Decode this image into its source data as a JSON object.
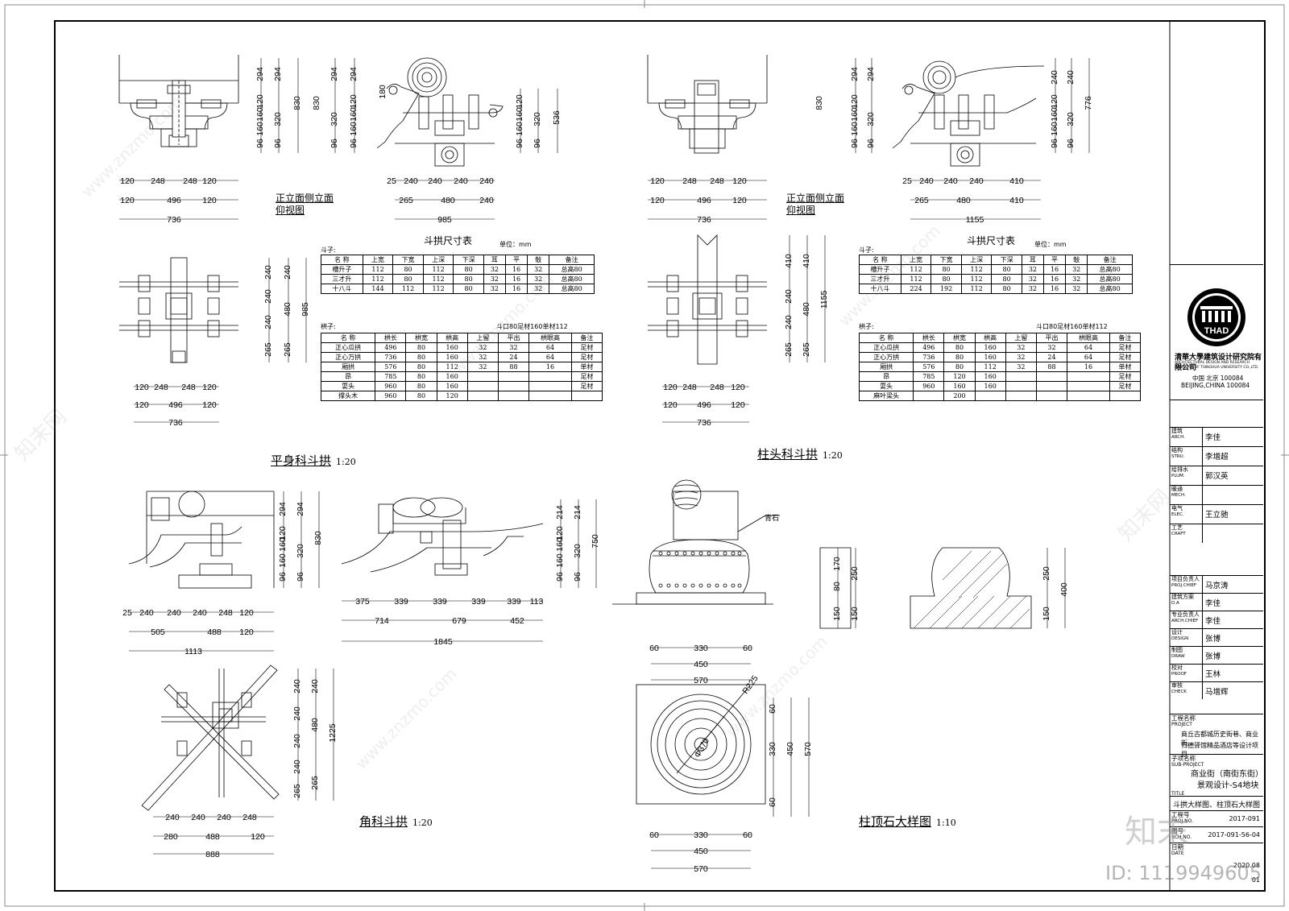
{
  "drawings": {
    "pingshenke": {
      "title": "平身科斗拱",
      "scale": "1:20",
      "view_labels": {
        "front": "正立面",
        "side": "侧立面",
        "bottom": "仰视图"
      },
      "front_dims": {
        "top_row": [
          "120",
          "248",
          "248",
          "120"
        ],
        "mid_row": [
          "120",
          "496",
          "120"
        ],
        "total": "736"
      },
      "front_vdims": {
        "inner": [
          "294",
          "120",
          "160",
          "160",
          "96"
        ],
        "outer": [
          "294",
          "320",
          "96"
        ],
        "total": "830"
      },
      "side_vdims": {
        "inner": [
          "294",
          "120",
          "160",
          "160",
          "96"
        ],
        "outer": [
          "294",
          "320",
          "96"
        ],
        "total": "830",
        "small": "180"
      },
      "side_dims": {
        "top_row": [
          "25",
          "240",
          "240",
          "240",
          "240"
        ],
        "mid_row": [
          "265",
          "480",
          "240"
        ],
        "total": "985"
      },
      "side_right_vdims": {
        "inner": [
          "120",
          "160",
          "160",
          "96"
        ],
        "outer": [
          "320",
          "96"
        ],
        "total": "536"
      },
      "plan_vdims": {
        "inner": [
          "240",
          "240",
          "240",
          "265"
        ],
        "outer": [
          "240",
          "480",
          "265"
        ],
        "total": "985"
      },
      "plan_dims": {
        "top_row": [
          "120",
          "248",
          "248",
          "120"
        ],
        "mid_row": [
          "120",
          "496",
          "120"
        ],
        "total": "736"
      }
    },
    "zhutouke": {
      "title": "柱头科斗拱",
      "scale": "1:20",
      "view_labels": {
        "front": "正立面",
        "side": "侧立面",
        "bottom": "仰视图"
      },
      "front_dims": {
        "top_row": [
          "120",
          "248",
          "248",
          "120"
        ],
        "mid_row": [
          "120",
          "496",
          "120"
        ],
        "total": "736"
      },
      "front_vdims": {
        "inner": [
          "294",
          "120",
          "160",
          "160",
          "96"
        ],
        "outer": [
          "294",
          "320",
          "96"
        ],
        "total": "830"
      },
      "side_vdims": {
        "inner": [
          "240",
          "120",
          "160",
          "160",
          "96"
        ],
        "outer": [
          "240",
          "320",
          "96"
        ],
        "total": "776"
      },
      "side_dims": {
        "top_row": [
          "25",
          "240",
          "240",
          "240",
          "410"
        ],
        "mid_row": [
          "265",
          "480",
          "410"
        ],
        "total": "1155"
      },
      "plan_vdims": {
        "inner": [
          "410",
          "240",
          "240",
          "265"
        ],
        "outer": [
          "410",
          "480",
          "265"
        ],
        "total": "1155"
      },
      "plan_dims": {
        "top_row": [
          "120",
          "248",
          "248",
          "120"
        ],
        "mid_row": [
          "120",
          "496",
          "120"
        ],
        "total": "736"
      }
    },
    "jiaoke": {
      "title": "角科斗拱",
      "scale": "1:20",
      "elev1_vdims": {
        "inner": [
          "294",
          "120",
          "160",
          "160",
          "96"
        ],
        "outer": [
          "294",
          "320",
          "96"
        ],
        "total": "830"
      },
      "elev1_dims": {
        "top_row": [
          "25",
          "240",
          "240",
          "240",
          "248",
          "120"
        ],
        "mid_row": [
          "505",
          "488",
          "120"
        ],
        "total": "1113"
      },
      "elev2_vdims": {
        "inner": [
          "214",
          "120",
          "160",
          "160",
          "96"
        ],
        "outer": [
          "214",
          "320",
          "96"
        ],
        "total": "750"
      },
      "elev2_dims": {
        "top_row": [
          "375",
          "339",
          "339",
          "339",
          "339",
          "113"
        ],
        "mid_row": [
          "714",
          "679",
          "452"
        ],
        "total": "1845"
      },
      "plan_vdims": {
        "inner": [
          "240",
          "240",
          "240",
          "240",
          "265"
        ],
        "outer": [
          "240",
          "480",
          "265"
        ],
        "total": "1225"
      },
      "plan_dims": {
        "top_row": [
          "240",
          "240",
          "240",
          "248"
        ],
        "mid_row": [
          "280",
          "488",
          "120"
        ],
        "total": "888"
      }
    },
    "zhudingshi": {
      "title": "柱顶石大样图",
      "scale": "1:10",
      "material_label": "青石",
      "elev_dims": {
        "row1": [
          "60",
          "330",
          "60"
        ],
        "row2": [
          "450"
        ],
        "row3": [
          "570"
        ]
      },
      "section_vdims": {
        "a": [
          "170",
          "80",
          "150"
        ],
        "b": [
          "250",
          "150"
        ],
        "total": "400"
      },
      "plan_labels": {
        "radius": "R225",
        "diameter": "Φ370"
      },
      "plan_vdims": {
        "a": [
          "60",
          "330",
          "60"
        ],
        "b": [
          "450"
        ],
        "total": "570"
      },
      "plan_dims": {
        "row1": [
          "60",
          "330",
          "60"
        ],
        "row2": [
          "450"
        ],
        "row3": [
          "570"
        ]
      }
    }
  },
  "table_dou_left": {
    "title": "斗拱尺寸表",
    "unit": "单位：mm",
    "caption": "斗子:",
    "headers": [
      "名 称",
      "上宽",
      "下宽",
      "上深",
      "下深",
      "耳",
      "平",
      "敧",
      "备注"
    ],
    "rows": [
      [
        "槽升子",
        "112",
        "80",
        "112",
        "80",
        "32",
        "16",
        "32",
        "总高80"
      ],
      [
        "三才升",
        "112",
        "80",
        "112",
        "80",
        "32",
        "16",
        "32",
        "总高80"
      ],
      [
        "十八斗",
        "144",
        "112",
        "112",
        "80",
        "32",
        "16",
        "32",
        "总高80"
      ]
    ]
  },
  "table_gong_left": {
    "caption": "栱子:",
    "note": "斗口80足材160单材112",
    "headers": [
      "名 称",
      "栱长",
      "栱宽",
      "栱高",
      "上留",
      "平出",
      "栱眼高",
      "备注"
    ],
    "rows": [
      [
        "正心瓜拱",
        "496",
        "80",
        "160",
        "32",
        "32",
        "64",
        "足材"
      ],
      [
        "正心万拱",
        "736",
        "80",
        "160",
        "32",
        "24",
        "64",
        "足材"
      ],
      [
        "厢拱",
        "576",
        "80",
        "112",
        "32",
        "88",
        "16",
        "单材"
      ],
      [
        "昂",
        "785",
        "80",
        "160",
        "",
        "",
        "",
        "足材"
      ],
      [
        "耍头",
        "960",
        "80",
        "160",
        "",
        "",
        "",
        "足材"
      ],
      [
        "撑头木",
        "960",
        "80",
        "120",
        "",
        "",
        "",
        ""
      ]
    ]
  },
  "table_dou_right": {
    "title": "斗拱尺寸表",
    "unit": "单位：mm",
    "caption": "斗子:",
    "headers": [
      "名 称",
      "上宽",
      "下宽",
      "上深",
      "下深",
      "耳",
      "平",
      "敧",
      "备注"
    ],
    "rows": [
      [
        "槽升子",
        "112",
        "80",
        "112",
        "80",
        "32",
        "16",
        "32",
        "总高80"
      ],
      [
        "三才升",
        "112",
        "80",
        "112",
        "80",
        "32",
        "16",
        "32",
        "总高80"
      ],
      [
        "十八斗",
        "224",
        "192",
        "112",
        "80",
        "32",
        "16",
        "32",
        "总高80"
      ]
    ]
  },
  "table_gong_right": {
    "caption": "栱子:",
    "note": "斗口80足材160单材112",
    "headers": [
      "名 称",
      "栱长",
      "栱宽",
      "栱高",
      "上留",
      "平出",
      "栱眼高",
      "备注"
    ],
    "rows": [
      [
        "正心瓜拱",
        "496",
        "80",
        "160",
        "32",
        "32",
        "64",
        "足材"
      ],
      [
        "正心万拱",
        "736",
        "80",
        "160",
        "32",
        "24",
        "64",
        "足材"
      ],
      [
        "厢拱",
        "576",
        "80",
        "112",
        "32",
        "88",
        "16",
        "单材"
      ],
      [
        "昂",
        "785",
        "120",
        "160",
        "",
        "",
        "",
        "足材"
      ],
      [
        "耍头",
        "960",
        "160",
        "160",
        "",
        "",
        "",
        "足材"
      ],
      [
        "麻叶梁头",
        "",
        "200",
        "",
        "",
        "",
        "",
        ""
      ]
    ]
  },
  "title_block": {
    "logo_text": "THAD",
    "institute_cn": "清華大學建筑设计研究院有限公司",
    "institute_en1": "ARCHITECTURAL DESIGN AND RESEARCH",
    "institute_en2": "INSTITUTE OF TSINGHUA UNIVERSITY CO.,LTD.",
    "address_cn": "中国 北京 100084",
    "address_en": "BEIJING,CHINA 100084",
    "disciplines": [
      {
        "cn": "建筑",
        "en": "ARCH.",
        "name": "李佳"
      },
      {
        "cn": "结构",
        "en": "STRU.",
        "name": "李增超"
      },
      {
        "cn": "给排水",
        "en": "PLUM.",
        "name": "郭汉英"
      },
      {
        "cn": "暖通",
        "en": "MECH.",
        "name": ""
      },
      {
        "cn": "电气",
        "en": "ELEC.",
        "name": "王立驰"
      },
      {
        "cn": "工艺",
        "en": "CRAFT",
        "name": ""
      }
    ],
    "staff": [
      {
        "cn": "项目负责人",
        "en": "PROJ.CHIEF",
        "name": "马京涛"
      },
      {
        "cn": "建筑方案",
        "en": "D.A",
        "name": "李佳"
      },
      {
        "cn": "专业负责人",
        "en": "ARCH.CHIEF",
        "name": "李佳"
      },
      {
        "cn": "设计",
        "en": "DESIGN",
        "name": "张博"
      },
      {
        "cn": "制图",
        "en": "DRAW",
        "name": "张博"
      },
      {
        "cn": "校对",
        "en": "PROOF",
        "name": "王林"
      },
      {
        "cn": "审核",
        "en": "CHECK",
        "name": "马增辉"
      }
    ],
    "project_label": "工程名称",
    "project_label_en": "PROJECT",
    "project_name_1": "商丘古都城历史街巷、商业街、",
    "project_name_2": "归德驿馆精品酒店等设计项目",
    "subproject_label": "子项名称",
    "subproject_label_en": "SUB-PROJECT",
    "subproject_name_1": "商业街（南街东街）",
    "subproject_name_2": "景观设计-S4地块",
    "title_label_en": "TITLE",
    "drawing_title": "斗拱大样图、柱顶石大样图",
    "project_no_label": "工程号",
    "project_no_label_en": "PROJ.NO.",
    "project_no": "2017-091",
    "sch_no_label": "图号",
    "sch_no_label_en": "SCH.NO.",
    "sch_no": "2017-091-56-04",
    "date_label": "日期",
    "date_label_en": "DATE",
    "date": "2020.08",
    "version": "01"
  },
  "watermark": {
    "brand": "知末",
    "site": "www.znzmo.com",
    "logo_cn": "知末网",
    "id": "ID: 1119949605"
  }
}
